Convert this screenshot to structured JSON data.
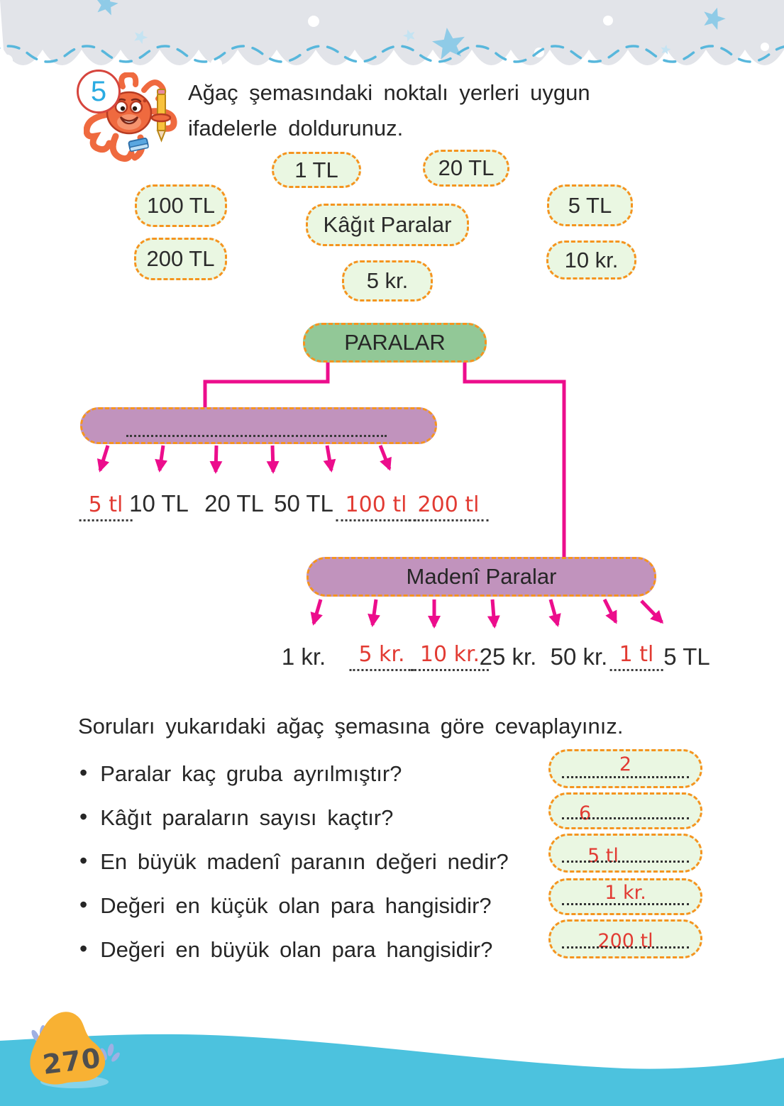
{
  "page": {
    "exercise_number": "5",
    "instruction": {
      "line1": "Ağaç şemasındaki noktalı yerleri uygun",
      "line2": "ifadelerle doldurunuz."
    },
    "page_number": "270"
  },
  "word_bank": [
    "1 TL",
    "20 TL",
    "100 TL",
    "Kâğıt Paralar",
    "5 TL",
    "200 TL",
    "5 kr.",
    "10 kr."
  ],
  "tree": {
    "root_label": "PARALAR",
    "paper_group": {
      "box_label": "",
      "leaves": [
        {
          "text": "5 tl",
          "handwritten": true
        },
        {
          "text": "10 TL",
          "handwritten": false
        },
        {
          "text": "20 TL",
          "handwritten": false
        },
        {
          "text": "50 TL",
          "handwritten": false
        },
        {
          "text": "100 tl",
          "handwritten": true
        },
        {
          "text": "200 tl",
          "handwritten": true
        }
      ]
    },
    "coin_group": {
      "box_label": "Madenî Paralar",
      "leaves": [
        {
          "text": "1 kr.",
          "handwritten": false
        },
        {
          "text": "5 kr.",
          "handwritten": true
        },
        {
          "text": "10 kr.",
          "handwritten": true
        },
        {
          "text": "25 kr.",
          "handwritten": false
        },
        {
          "text": "50 kr.",
          "handwritten": false
        },
        {
          "text": "1 tl",
          "handwritten": true
        },
        {
          "text": "5 TL",
          "handwritten": false
        }
      ]
    }
  },
  "questions": {
    "heading": "Soruları yukarıdaki ağaç şemasına göre cevaplayınız.",
    "items": [
      {
        "question": "Paralar kaç gruba ayrılmıştır?",
        "answer": "2"
      },
      {
        "question": "Kâğıt paraların sayısı kaçtır?",
        "answer": "6"
      },
      {
        "question": "En büyük madenî paranın değeri nedir?",
        "answer": "5 tl"
      },
      {
        "question": "Değeri en küçük olan para hangisidir?",
        "answer": "1 kr."
      },
      {
        "question": "Değeri en büyük olan para hangisidir?",
        "answer": "200 tl"
      }
    ]
  },
  "colors": {
    "accent_orange": "#F5941F",
    "pill_green": "#EAF7E2",
    "root_green": "#92C897",
    "branch_purple": "#C193BD",
    "connector_magenta": "#EC0D8C",
    "handwriting_red": "#E23B33",
    "band_gray": "#E2E4E9",
    "wave_blue": "#4CC2DE",
    "starfish_yellow": "#F8B133"
  }
}
